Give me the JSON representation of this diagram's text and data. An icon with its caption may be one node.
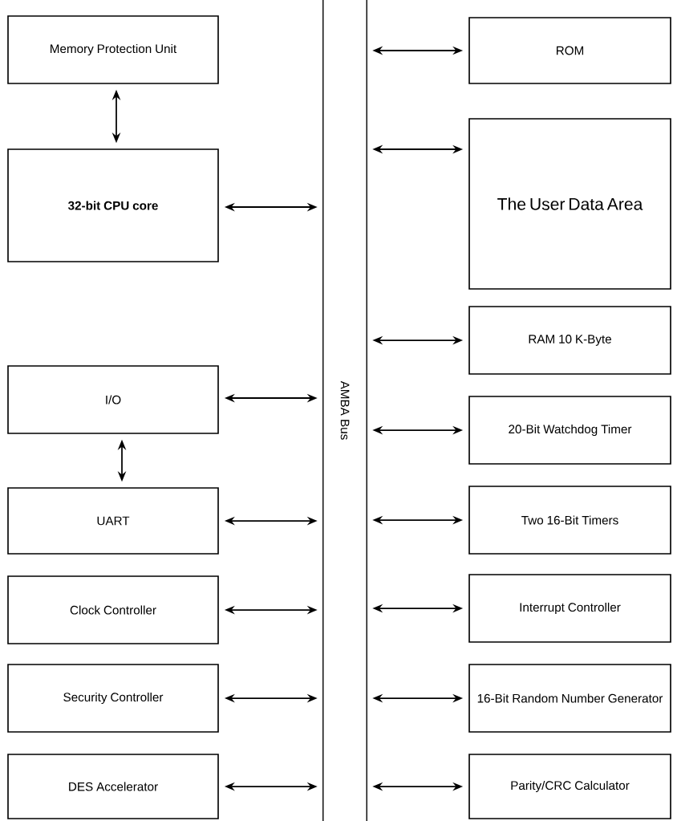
{
  "diagram": {
    "nodes": [
      {
        "text": [
          "Memory Protection Unit"
        ]
      },
      {
        "text": [
          "32-bit CPU core"
        ]
      },
      {
        "text": [
          "I/O"
        ]
      },
      {
        "text": [
          "UART"
        ]
      },
      {
        "text": [
          "Clock Controller"
        ]
      },
      {
        "text": [
          "Security Controller"
        ]
      },
      {
        "text": [
          "DES Accelerator"
        ]
      },
      {
        "text": [
          "AMBA Bus"
        ]
      },
      {
        "text": [
          "ROM"
        ]
      },
      {
        "text": [
          "The User Data Area"
        ]
      },
      {
        "text": [
          "RAM 10 K-Byte"
        ]
      },
      {
        "text": [
          "20-Bit Watchdog Timer"
        ]
      },
      {
        "text": [
          "Two 16-Bit Timers"
        ]
      },
      {
        "text": [
          "Interrupt Controller"
        ]
      },
      {
        "text": [
          "16-Bit Random Number Generator"
        ]
      },
      {
        "text": [
          "Parity/CRC Calculator"
        ]
      }
    ],
    "edges": [
      {
        "from": 0,
        "to": 1,
        "arrow": "both"
      },
      {
        "from": 1,
        "to": 7,
        "arrow": "both"
      },
      {
        "from": 2,
        "to": 7,
        "arrow": "both"
      },
      {
        "from": 2,
        "to": 3,
        "arrow": "both"
      },
      {
        "from": 3,
        "to": 7,
        "arrow": "both"
      },
      {
        "from": 4,
        "to": 7,
        "arrow": "both"
      },
      {
        "from": 5,
        "to": 7,
        "arrow": "both"
      },
      {
        "from": 6,
        "to": 7,
        "arrow": "both"
      },
      {
        "from": 7,
        "to": 8,
        "arrow": "both"
      },
      {
        "from": 7,
        "to": 9,
        "arrow": "both"
      },
      {
        "from": 7,
        "to": 10,
        "arrow": "both"
      },
      {
        "from": 7,
        "to": 11,
        "arrow": "both"
      },
      {
        "from": 7,
        "to": 12,
        "arrow": "both"
      },
      {
        "from": 7,
        "to": 13,
        "arrow": "both"
      },
      {
        "from": 7,
        "to": 14,
        "arrow": "both"
      },
      {
        "from": 7,
        "to": 15,
        "arrow": "both"
      }
    ]
  }
}
